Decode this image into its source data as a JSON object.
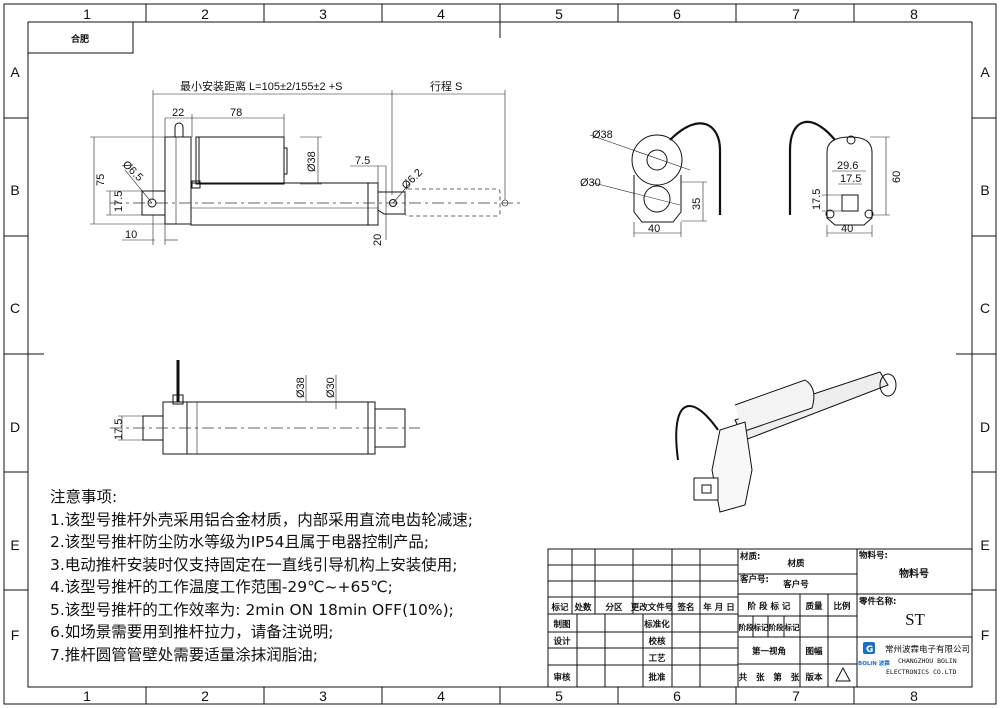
{
  "frame": {
    "columns": [
      "1",
      "2",
      "3",
      "4",
      "5",
      "6",
      "7",
      "8"
    ],
    "rows": [
      "A",
      "B",
      "C",
      "D",
      "E",
      "F"
    ],
    "corner_label": "合肥"
  },
  "front_view": {
    "min_install_label": "最小安装距离  L=105±2/155±2 +S",
    "stroke_label": "行程  S",
    "dim_22": "22",
    "dim_78": "78",
    "dim_dia38": "Ø38",
    "dim_7_5": "7.5",
    "dim_dia6_2": "Ø6.2",
    "dim_dia6_5": "Ø6.5",
    "dim_75": "75",
    "dim_17_5": "17.5",
    "dim_10": "10",
    "dim_20": "20"
  },
  "end_view": {
    "dim_dia38": "Ø38",
    "dim_dia30": "Ø30",
    "dim_35": "35",
    "dim_40": "40"
  },
  "rear_view": {
    "dim_29_6": "29.6",
    "dim_17_5_h": "17.5",
    "dim_17_5_v": "17.5",
    "dim_60": "60",
    "dim_40": "40"
  },
  "top_view": {
    "dim_dia38": "Ø38",
    "dim_dia30": "Ø30",
    "dim_17_5": "17.5"
  },
  "notes": {
    "title": "注意事项:",
    "items": [
      "1.该型号推杆外壳采用铝合金材质，内部采用直流电齿轮减速;",
      "2.该型号推杆防尘防水等级为IP54且属于电器控制产品;",
      "3.电动推杆安装时仅支持固定在一直线引导机构上安装使用;",
      "4.该型号推杆的工作温度工作范围-29℃~+65℃;",
      "5.该型号推杆的工作效率为: 2min ON 18min OFF(10%);",
      "6.如场景需要用到推杆拉力，请备注说明;",
      "7.推杆圆管管壁处需要适量涂抹润脂油;"
    ]
  },
  "title_block": {
    "rev_headers": [
      "标记",
      "处数",
      "分区",
      "更改文件号",
      "签名",
      "年 月 日"
    ],
    "drawn": "制图",
    "design": "设计",
    "review": "审核",
    "standardize": "标准化",
    "check": "校核",
    "process": "工艺",
    "approve": "批准",
    "material_label": "材质:",
    "material_value": "材质",
    "customer_label": "客户号:",
    "customer_value": "客户号",
    "stage_mark": "阶 段 标 记",
    "weight": "质量",
    "scale": "比例",
    "stage_cells": [
      "阶段",
      "标记",
      "阶段",
      "标记"
    ],
    "projection": "第一视角",
    "sheet_size": "图幅",
    "sheets": "共   张   第   张",
    "version": "版本",
    "part_no_label": "物料号:",
    "part_no_value": "物料号",
    "part_name_label": "零件名称:",
    "part_name_value": "ST",
    "company_cn": "常州波霖电子有限公司",
    "company_en_1": "CHANGZHOU BOLIN",
    "company_en_2": "ELECTRONICS CO.LTD",
    "logo_text": "BOLiN 波霖",
    "accent_color": "#1e6fc0"
  }
}
